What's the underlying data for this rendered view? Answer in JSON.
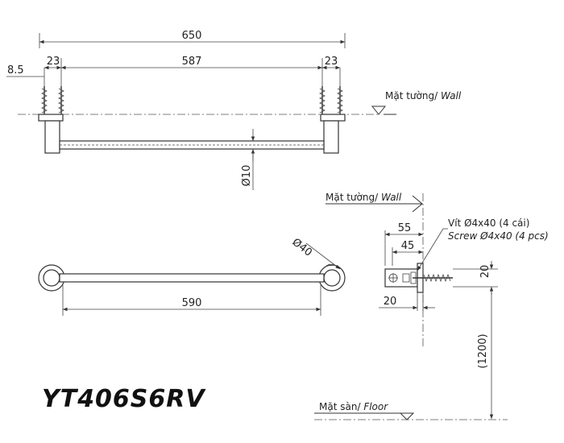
{
  "model": "YT406S6RV",
  "top_view": {
    "dim_overall": "650",
    "dim_left_bracket": "23",
    "dim_between": "587",
    "dim_right_bracket": "23",
    "dim_offset": "8.5",
    "dim_tube": "Ø10",
    "wall_label": "Mặt tường/",
    "wall_label_en": "Wall"
  },
  "front_view": {
    "dim_length": "590",
    "dim_rose": "Ø40"
  },
  "side_view": {
    "wall_label": "Mặt tường/",
    "wall_label_en": "Wall",
    "dim_depth_total": "55",
    "dim_depth_inner": "45",
    "dim_width": "20",
    "dim_height": "20",
    "screw_label_vi": "Vít Ø4x40 (4 cái)",
    "screw_label_en": "Screw Ø4x40 (4 pcs)",
    "dim_mount_height": "(1200)",
    "floor_label": "Mặt sàn/",
    "floor_label_en": "Floor"
  }
}
